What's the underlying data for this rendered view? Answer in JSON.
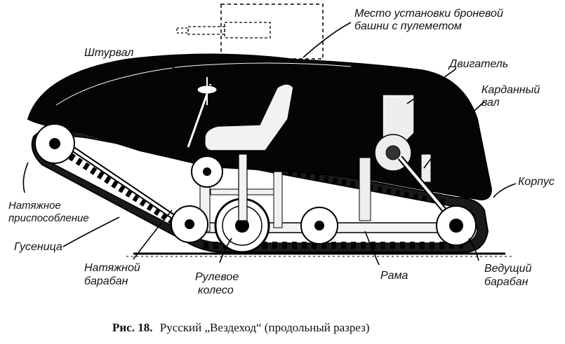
{
  "labels": {
    "turret_line1": "Место установки броневой",
    "turret_line2": "башни с пулеметом",
    "steering_wheel": "Штурвал",
    "engine": "Двигатель",
    "cardan_line1": "Карданный",
    "cardan_line2": "вал",
    "hull": "Корпус",
    "tensioner_line1": "Натяжное",
    "tensioner_line2": "приспособление",
    "track": "Гусеница",
    "idler_line1": "Натяжной",
    "idler_line2": "барабан",
    "steer_wheel_line1": "Рулевое",
    "steer_wheel_line2": "колесо",
    "frame": "Рама",
    "drive_line1": "Ведущий",
    "drive_line2": "барабан"
  },
  "caption": {
    "prefix": "Рис. 18.",
    "text": "Русский „Вездеход“ (продольный разрез)"
  },
  "colors": {
    "ink": "#000000",
    "paper": "#ffffff"
  }
}
